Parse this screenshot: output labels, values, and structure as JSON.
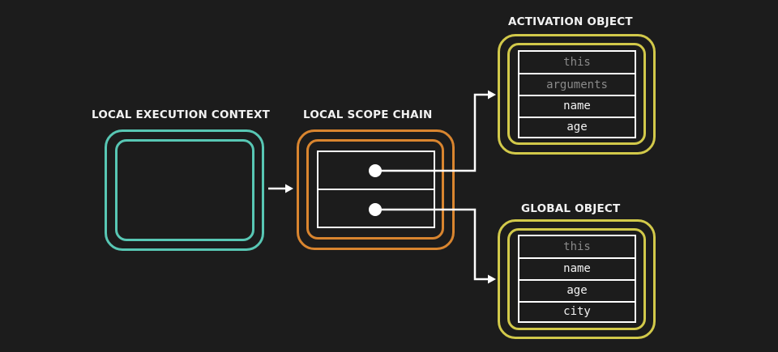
{
  "local_execution_context": {
    "label": "LOCAL EXECUTION CONTEXT"
  },
  "local_scope_chain": {
    "label": "LOCAL SCOPE CHAIN"
  },
  "activation_object": {
    "label": "ACTIVATION OBJECT",
    "rows": [
      "this",
      "arguments",
      "name",
      "age"
    ]
  },
  "global_object": {
    "label": "GLOBAL OBJECT",
    "rows": [
      "this",
      "name",
      "age",
      "city"
    ]
  },
  "colors": {
    "background": "#1c1c1c",
    "context_border": "#58c7b4",
    "scope_chain_border": "#d9852f",
    "object_border": "#d2c94a",
    "line": "#ffffff",
    "dimmed_text": "#8a8a8a"
  }
}
